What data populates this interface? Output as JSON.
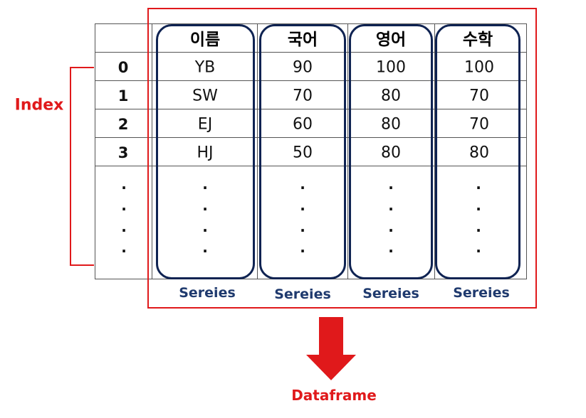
{
  "headers": [
    "이름",
    "국어",
    "영어",
    "수학"
  ],
  "index": [
    "0",
    "1",
    "2",
    "3"
  ],
  "rows": [
    [
      "YB",
      "90",
      "100",
      "100"
    ],
    [
      "SW",
      "70",
      "80",
      "70"
    ],
    [
      "EJ",
      "60",
      "80",
      "70"
    ],
    [
      "HJ",
      "50",
      "80",
      "80"
    ]
  ],
  "ellipsis": ".",
  "series_label": "Sereies",
  "index_label": "Index",
  "dataframe_label": "Dataframe",
  "colors": {
    "frame": "#e0191b",
    "column_box": "#0f2352",
    "series_text": "#1f3a6e"
  }
}
